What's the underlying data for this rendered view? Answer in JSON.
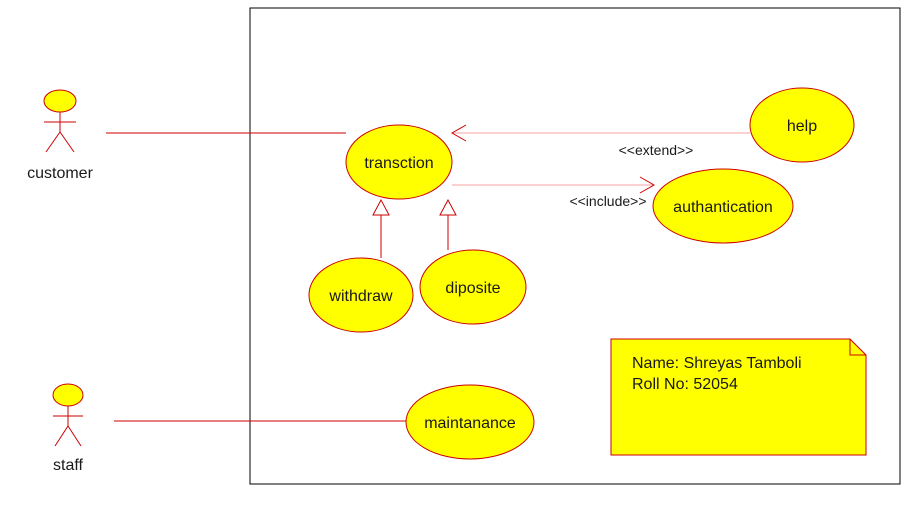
{
  "colors": {
    "stroke": "#cc0000",
    "fill": "#ffff00",
    "arrow_light": "#f4a0a0",
    "boundary": "#000000",
    "background": "#ffffff"
  },
  "actors": {
    "customer": "customer",
    "staff": "staff"
  },
  "use_cases": {
    "transaction": "transction",
    "help": "help",
    "authentication": "authantication",
    "withdraw": "withdraw",
    "deposit": "diposite",
    "maintenance": "maintanance"
  },
  "relations": {
    "extend": "<<extend>>",
    "include": "<<include>>"
  },
  "note": {
    "line1": "Name: Shreyas Tamboli",
    "line2": "Roll No: 52054"
  }
}
